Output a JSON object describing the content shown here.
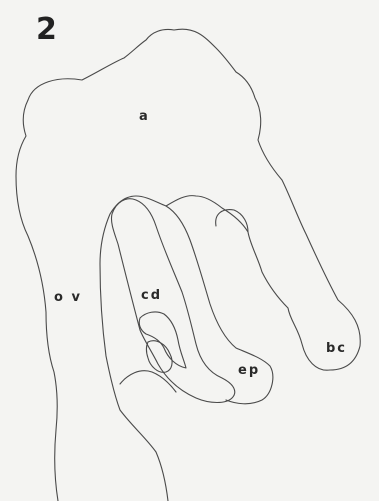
{
  "figure_number": "2",
  "labels": {
    "a": "a",
    "ov": "o v",
    "cd": "cd",
    "ep": "ep",
    "bc": "bc"
  },
  "colors": {
    "background": "#f4f4f2",
    "line": "#4a4a4a",
    "text": "#2a2a2a"
  }
}
